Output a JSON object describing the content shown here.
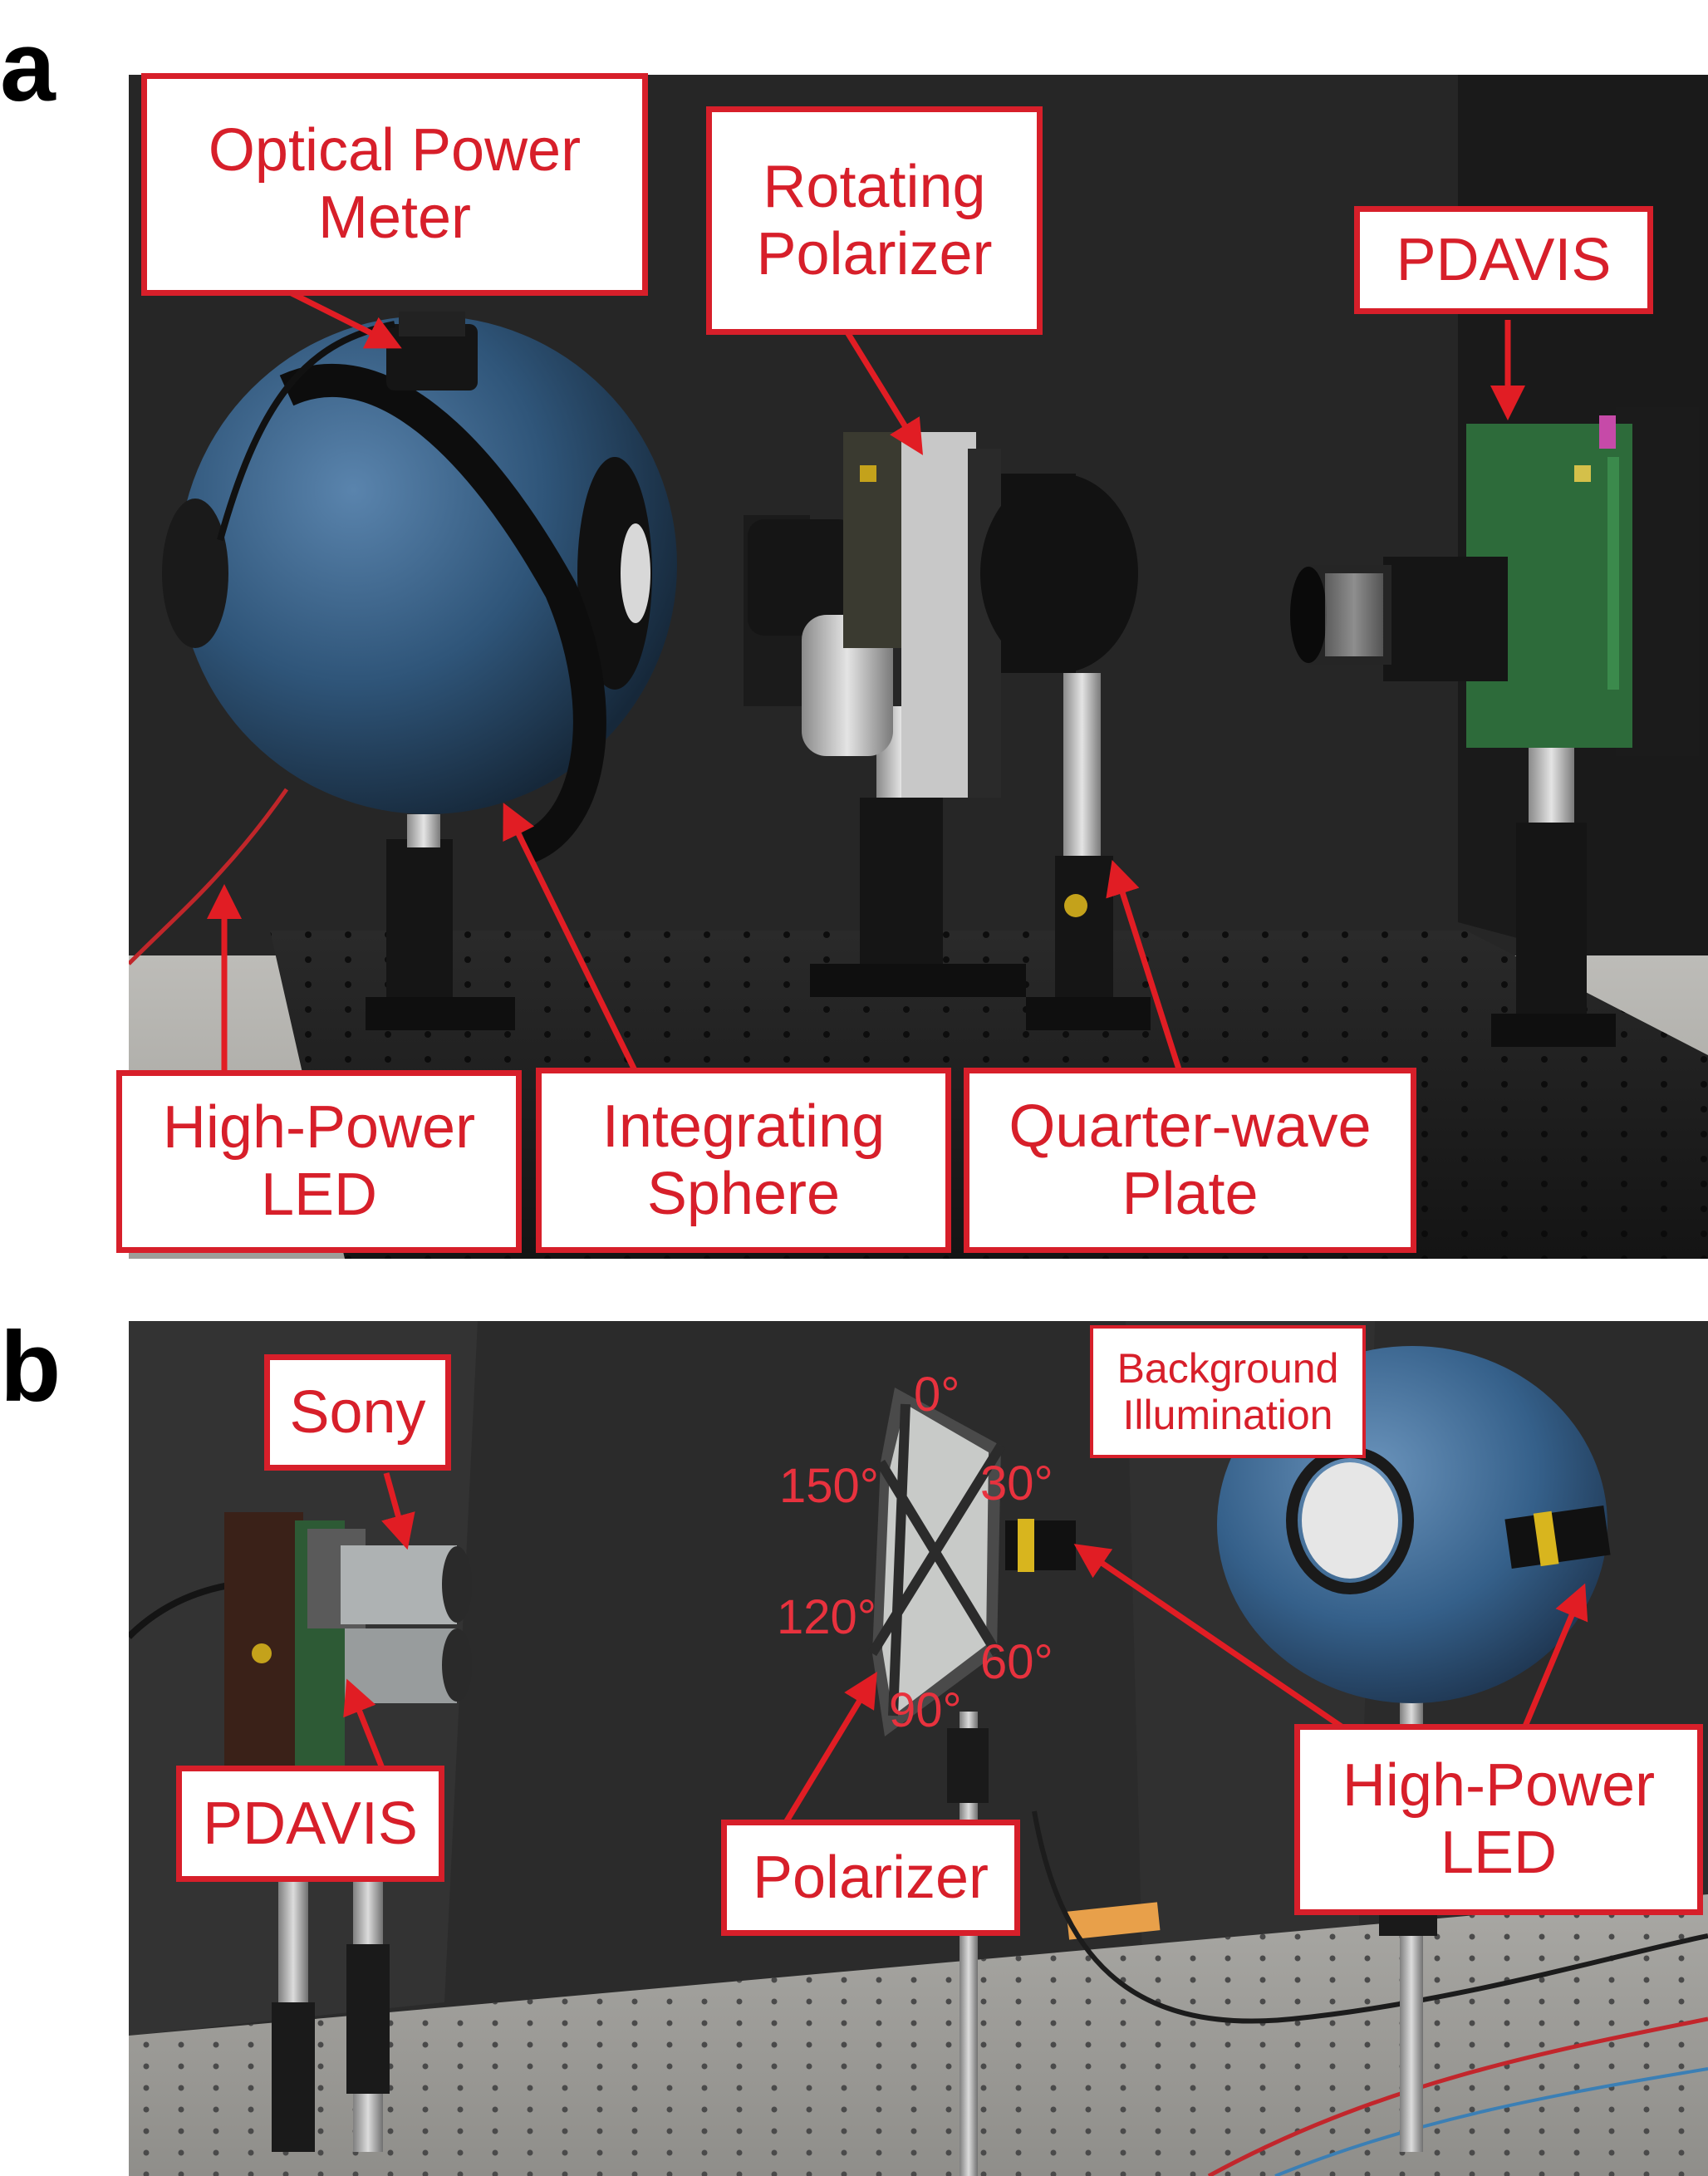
{
  "panels": [
    {
      "letter": "a",
      "labels": {
        "optical_power_meter": "Optical Power\nMeter",
        "rotating_polarizer": "Rotating\nPolarizer",
        "pdavis": "PDAVIS",
        "high_power_led": "High-Power\nLED",
        "integrating_sphere": "Integrating\nSphere",
        "quarter_wave_plate": "Quarter-wave\nPlate"
      }
    },
    {
      "letter": "b",
      "labels": {
        "sony": "Sony",
        "background_illumination": "Background\nIllumination",
        "pdavis": "PDAVIS",
        "polarizer": "Polarizer",
        "high_power_led": "High-Power\nLED"
      },
      "angles": [
        "0°",
        "30°",
        "60°",
        "90°",
        "120°",
        "150°"
      ]
    }
  ],
  "colors": {
    "annotation_red": "#d71f2a",
    "sphere_blue": "#2f5579",
    "background_black": "#1a1a1a"
  }
}
